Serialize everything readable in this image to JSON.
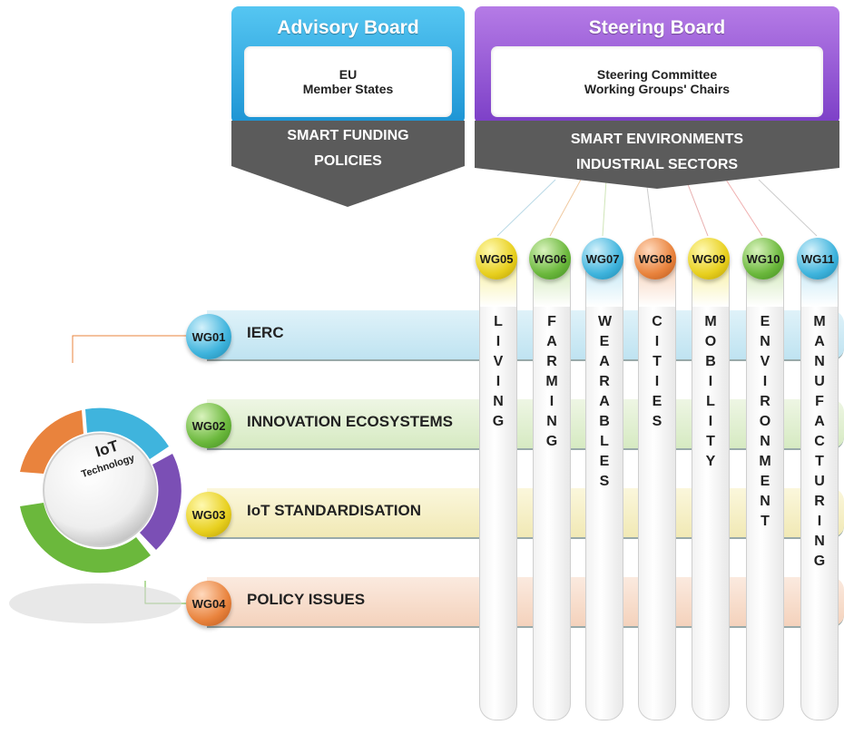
{
  "advisory": {
    "title": "Advisory Board",
    "inner_line1": "EU",
    "inner_line2": "Member States",
    "band_line1": "SMART FUNDING",
    "band_line2": "POLICIES"
  },
  "steering": {
    "title": "Steering Board",
    "inner_line1": "Steering Committee",
    "inner_line2": "Working Groups' Chairs",
    "band_line1": "SMART ENVIRONMENTS",
    "band_line2": "INDUSTRIAL SECTORS"
  },
  "core": {
    "title": "IoT",
    "subtitle": "Technology"
  },
  "horizontal_groups": [
    {
      "code": "WG01",
      "label": "IERC",
      "color": "#3fb4dd"
    },
    {
      "code": "WG02",
      "label": "INNOVATION ECOSYSTEMS",
      "color": "#6bb83c"
    },
    {
      "code": "WG03",
      "label": "IoT STANDARDISATION",
      "color": "#e8d01f"
    },
    {
      "code": "WG04",
      "label": "POLICY ISSUES",
      "color": "#e9833d"
    }
  ],
  "vertical_groups": [
    {
      "code": "WG05",
      "label": "LIVING",
      "color": "#e8d01f"
    },
    {
      "code": "WG06",
      "label": "FARMING",
      "color": "#6bb83c"
    },
    {
      "code": "WG07",
      "label": "WEARABLES",
      "color": "#3fb4dd"
    },
    {
      "code": "WG08",
      "label": "CITIES",
      "color": "#e9833d"
    },
    {
      "code": "WG09",
      "label": "MOBILITY",
      "color": "#e8d01f"
    },
    {
      "code": "WG10",
      "label": "ENVIRONMENT",
      "color": "#6bb83c"
    },
    {
      "code": "WG11",
      "label": "MANUFACTURING",
      "color": "#3fb4dd"
    }
  ]
}
